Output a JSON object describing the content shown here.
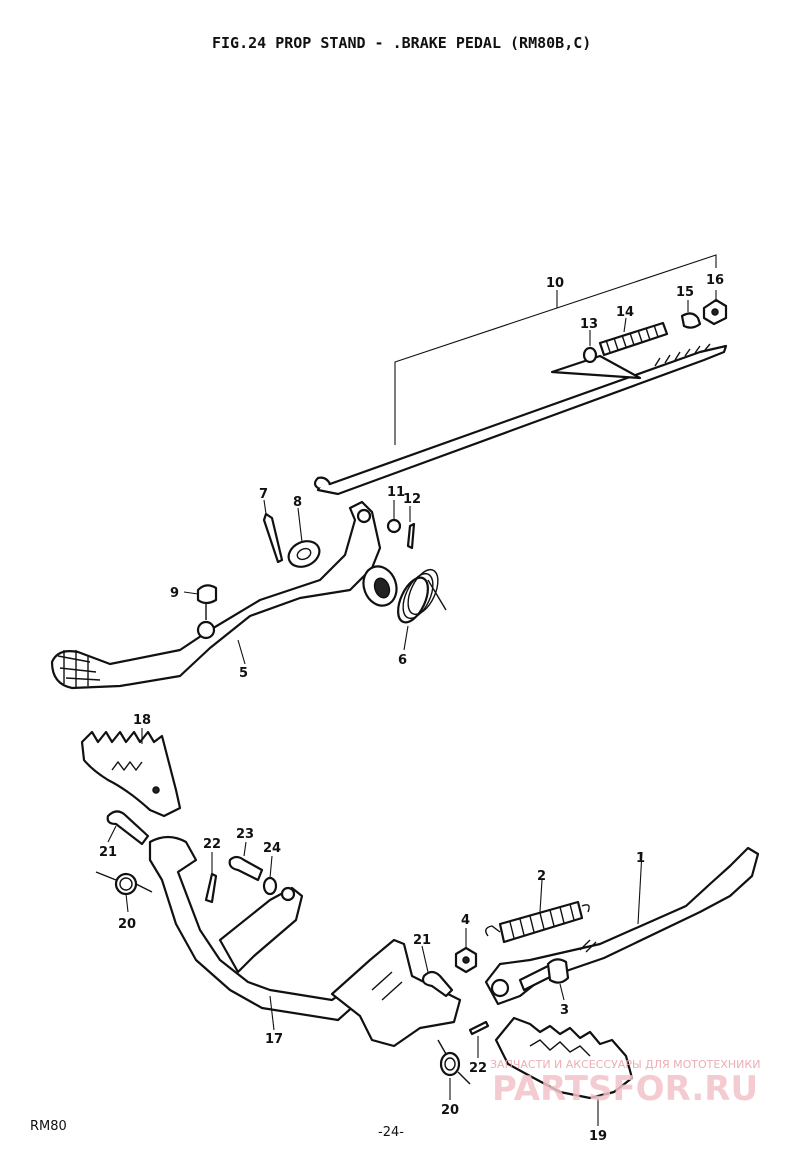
{
  "figure": {
    "title": "FIG.24  PROP STAND - .BRAKE PEDAL (RM80B,C)",
    "model": "RM80",
    "page": "-24-"
  },
  "parts": [
    {
      "id": "p1",
      "label": "1"
    },
    {
      "id": "p2",
      "label": "2"
    },
    {
      "id": "p3",
      "label": "3"
    },
    {
      "id": "p4",
      "label": "4"
    },
    {
      "id": "p5",
      "label": "5"
    },
    {
      "id": "p6",
      "label": "6"
    },
    {
      "id": "p7",
      "label": "7"
    },
    {
      "id": "p8",
      "label": "8"
    },
    {
      "id": "p9",
      "label": "9"
    },
    {
      "id": "p10",
      "label": "10"
    },
    {
      "id": "p11",
      "label": "11"
    },
    {
      "id": "p12",
      "label": "12"
    },
    {
      "id": "p13",
      "label": "13"
    },
    {
      "id": "p14",
      "label": "14"
    },
    {
      "id": "p15",
      "label": "15"
    },
    {
      "id": "p16",
      "label": "16"
    },
    {
      "id": "p17",
      "label": "17"
    },
    {
      "id": "p18",
      "label": "18"
    },
    {
      "id": "p19",
      "label": "19"
    },
    {
      "id": "p20a",
      "label": "20"
    },
    {
      "id": "p20b",
      "label": "20"
    },
    {
      "id": "p21a",
      "label": "21"
    },
    {
      "id": "p21b",
      "label": "21"
    },
    {
      "id": "p22a",
      "label": "22"
    },
    {
      "id": "p22b",
      "label": "22"
    },
    {
      "id": "p23",
      "label": "23"
    },
    {
      "id": "p24",
      "label": "24"
    }
  ],
  "watermark": {
    "tagline": "ЗАПЧАСТИ И АКСЕССУАРЫ ДЛЯ МОТОТЕХНИКИ",
    "brand": "PARTSFOR.RU",
    "color": "#e8a0a8"
  }
}
